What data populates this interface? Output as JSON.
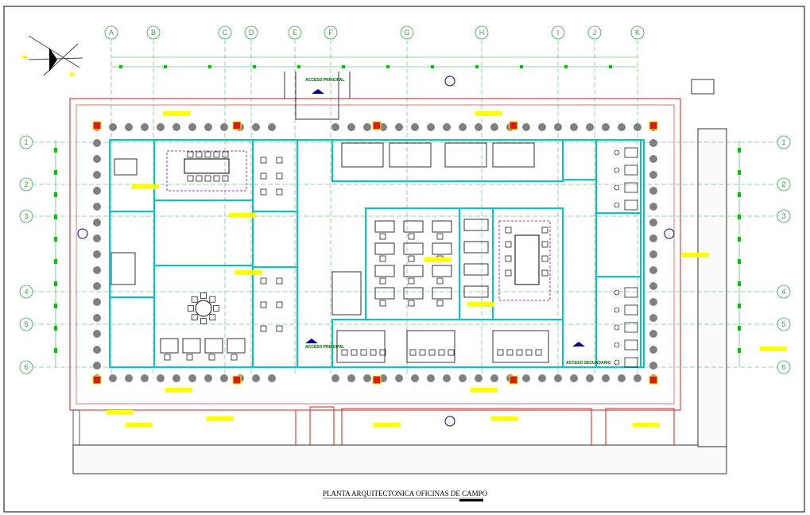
{
  "drawing": {
    "title": "PLANTA ARQUITECTONICA OFICINAS DE CAMPO"
  },
  "grid": {
    "columns": [
      "A",
      "B",
      "C",
      "D",
      "E",
      "F",
      "G",
      "H",
      "I",
      "J",
      "K"
    ],
    "rows": [
      "1",
      "2",
      "3",
      "4",
      "5",
      "6"
    ]
  },
  "labels": {
    "access_main_top": "ACCESO PRINCIPAL",
    "access_main_bottom": "ACCESO PRINCIPAL",
    "access_secondary": "ACCESO SECUNDARIO"
  },
  "colors": {
    "wall": "#00c8c8",
    "outline": "#d81b1b",
    "grid_line": "#2fa84f",
    "column_fill": "#808080",
    "furniture": "#000000",
    "tag": "#ffff00"
  }
}
